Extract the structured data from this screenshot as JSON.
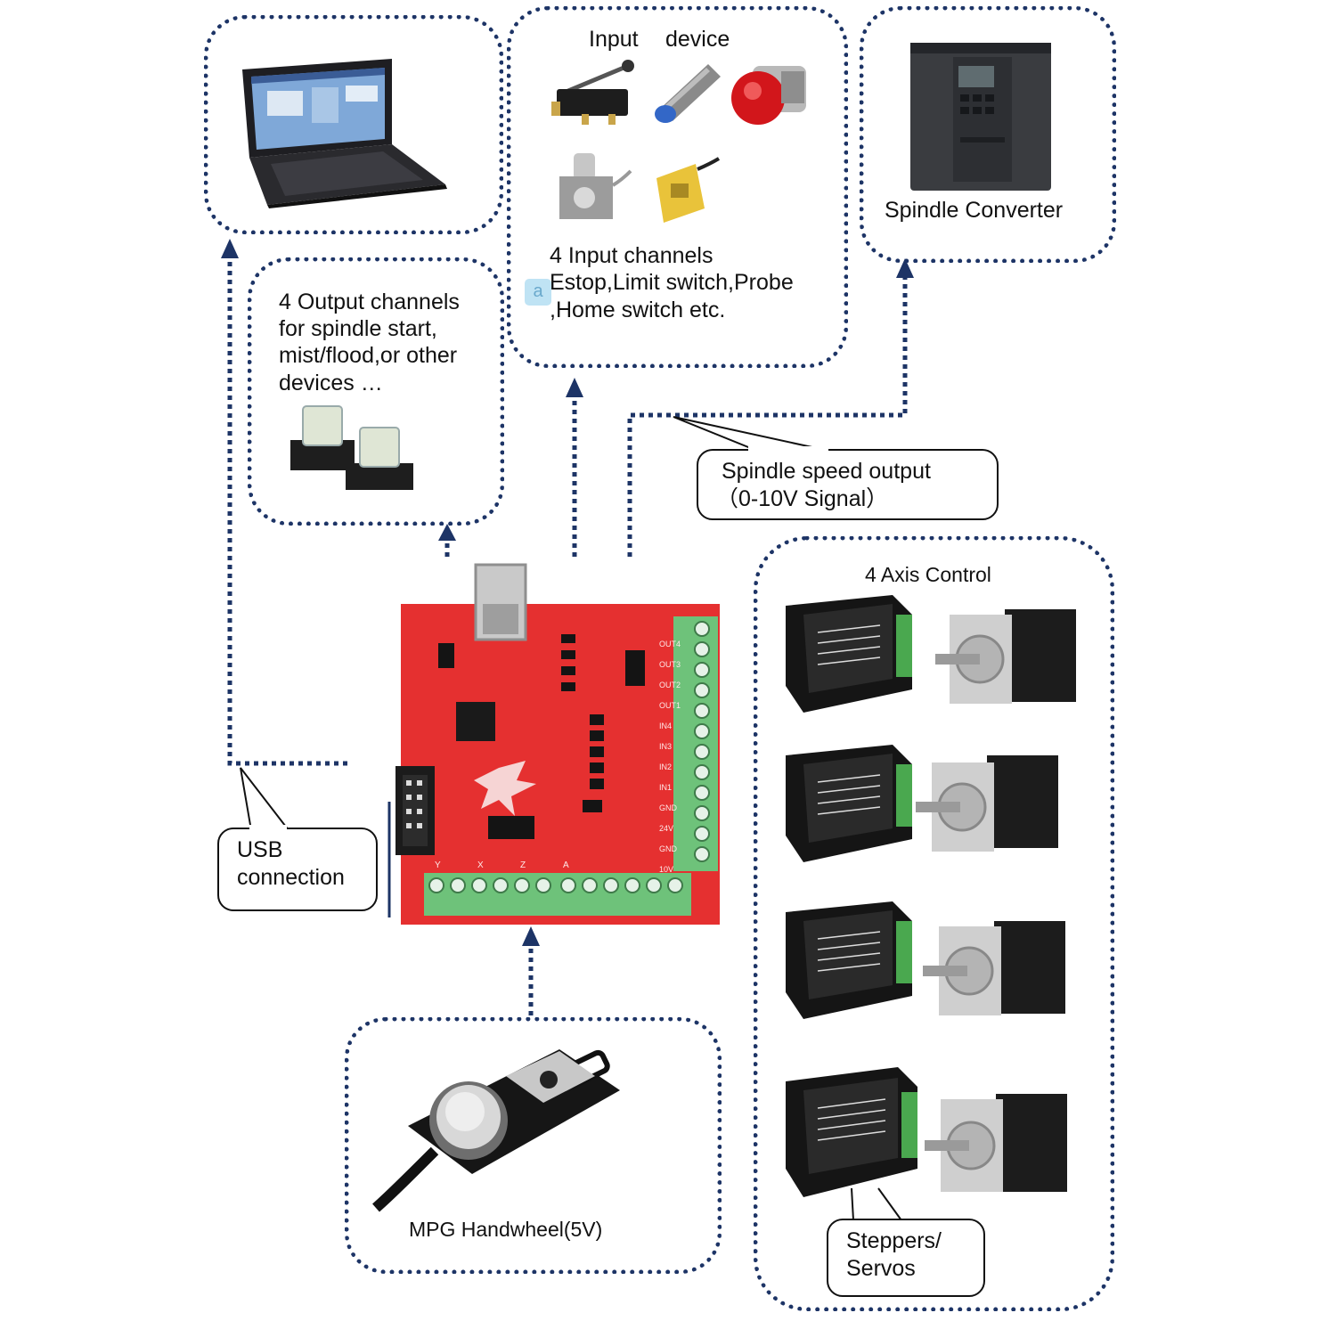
{
  "input_box": {
    "title_input": "Input",
    "title_device": "device",
    "channels_title": "4 Input channels",
    "channels_line2": "Estop,Limit switch,Probe",
    "channels_line3": ",Home switch etc.",
    "translate_badge": "a"
  },
  "output_box": {
    "line1": "4 Output channels",
    "line2": "for spindle start,",
    "line3": "mist/flood,or other",
    "line4": "devices …"
  },
  "spindle_box": {
    "label": "Spindle Converter"
  },
  "spindle_callout": {
    "line1": "Spindle speed output",
    "line2": "（0-10V Signal）"
  },
  "axis_box": {
    "title": "4 Axis Control"
  },
  "usb_callout": {
    "line1": "USB",
    "line2": "connection"
  },
  "mpg_box": {
    "label": "MPG Handwheel(5V)"
  },
  "stepper_callout": {
    "line1": "Steppers/",
    "line2": "Servos"
  },
  "board": {
    "left_labels": [
      "OUT4",
      "OUT3",
      "OUT2",
      "OUT1",
      "IN4",
      "IN3",
      "IN2",
      "IN1",
      "GND",
      "24V",
      "GND",
      "10V"
    ],
    "bottom_labels": [
      "Y",
      "X",
      "Z",
      "A"
    ]
  },
  "colors": {
    "dotted_line": "#1d3466",
    "board_red": "#e53030",
    "terminal_green": "#6ec27a",
    "estop_red": "#d2161b"
  }
}
